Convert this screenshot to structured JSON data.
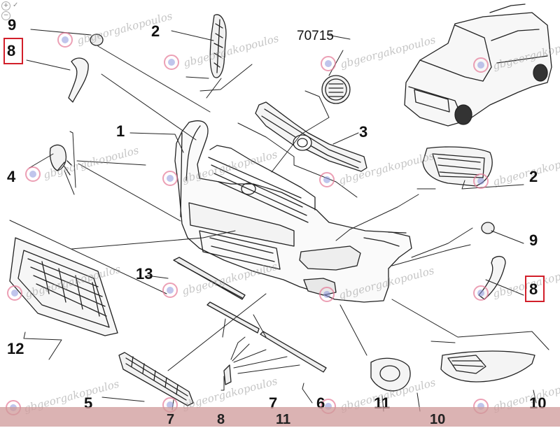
{
  "viewer": {
    "zoom_in_symbol": "+",
    "zoom_out_symbol": "−",
    "checkbox_symbol": "✓"
  },
  "watermark": {
    "text": "gbgeorgakopoulos"
  },
  "callouts": {
    "c9_top_left": "9",
    "c8_top_left": "8",
    "c2_top": "2",
    "c70715": "70715",
    "c1": "1",
    "c3": "3",
    "c4": "4",
    "c2_right": "2",
    "c9_right": "9",
    "c8_right": "8",
    "c13": "13",
    "c12": "12",
    "c5": "5",
    "c7_mid": "7",
    "c6": "6",
    "c11_mid": "11",
    "c10_right": "10",
    "c7_bottom": "7",
    "c8_bottom": "8",
    "c11_bottom": "11",
    "c10_bottom": "10"
  },
  "colors": {
    "highlight": "#d21f2a",
    "line": "#222222",
    "bottom_bar": "#cf9a9a"
  }
}
